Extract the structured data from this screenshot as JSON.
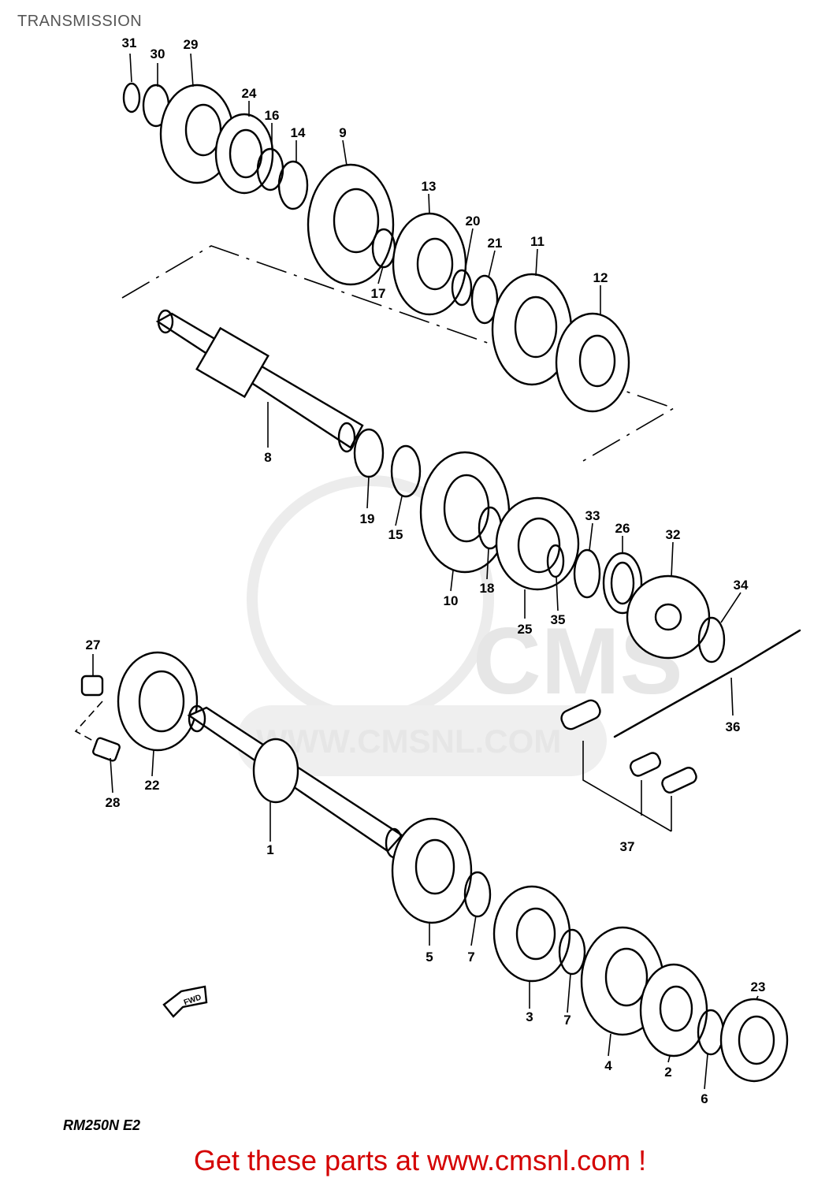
{
  "page": {
    "title": "TRANSMISSION",
    "model_code": "RM250N E2",
    "call_to_action": "Get these parts at www.cmsnl.com !"
  },
  "watermark": {
    "brand": "CMS",
    "url": "WWW.CMSNL.COM"
  },
  "direction_arrow": {
    "label": "FWD",
    "icon": "forward-arrow-icon"
  },
  "part_numbers": {
    "p1": "1",
    "p2": "2",
    "p3": "3",
    "p4": "4",
    "p5": "5",
    "p6": "6",
    "p7a": "7",
    "p7b": "7",
    "p8": "8",
    "p9": "9",
    "p10": "10",
    "p11": "11",
    "p12": "12",
    "p13": "13",
    "p14": "14",
    "p15": "15",
    "p16": "16",
    "p17": "17",
    "p18": "18",
    "p19": "19",
    "p20": "20",
    "p21": "21",
    "p22": "22",
    "p23": "23",
    "p24": "24",
    "p25": "25",
    "p26": "26",
    "p27": "27",
    "p28": "28",
    "p29": "29",
    "p30": "30",
    "p31": "31",
    "p32": "32",
    "p33": "33",
    "p34": "34",
    "p35": "35",
    "p36": "36",
    "p37": "37"
  }
}
